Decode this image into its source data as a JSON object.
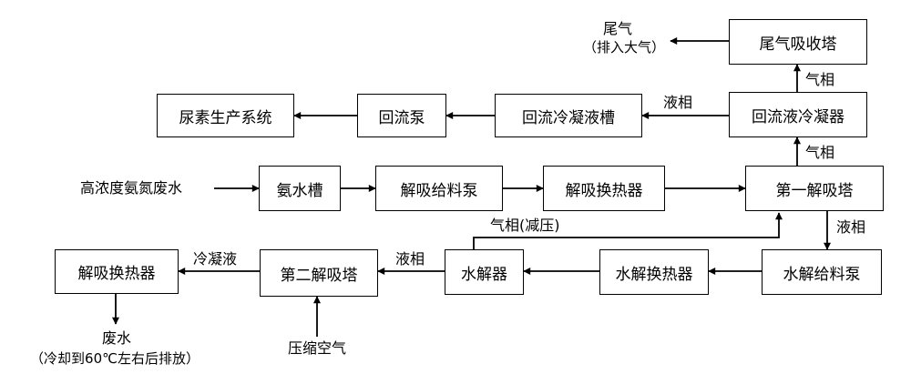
{
  "nodes": {
    "tail_gas_tower": "尾气吸收塔",
    "urea_system": "尿素生产系统",
    "reflux_pump": "回流泵",
    "reflux_tank": "回流冷凝液槽",
    "reflux_condenser": "回流液冷凝器",
    "ammonia_tank": "氨水槽",
    "feed_pump": "解吸给料泵",
    "desorb_hx_top": "解吸换热器",
    "first_tower": "第一解吸塔",
    "desorb_hx_bottom": "解吸换热器",
    "second_tower": "第二解吸塔",
    "hydrolyzer": "水解器",
    "hydrolysis_hx": "水解换热器",
    "hydrolysis_pump": "水解给料泵"
  },
  "labels": {
    "tail_gas": "尾气",
    "tail_gas_note": "（排入大气）",
    "gas_phase_1": "气相",
    "gas_phase_2": "气相",
    "liquid_phase_1": "液相",
    "wastewater_in": "高浓度氨氮废水",
    "gas_phase_reduced": "气相(减压)",
    "liquid_phase_2": "液相",
    "liquid_phase_3": "液相",
    "condensate": "冷凝液",
    "waste_water": "废水",
    "waste_water_note": "（冷却到60℃左右后排放）",
    "compressed_air": "压缩空气"
  }
}
